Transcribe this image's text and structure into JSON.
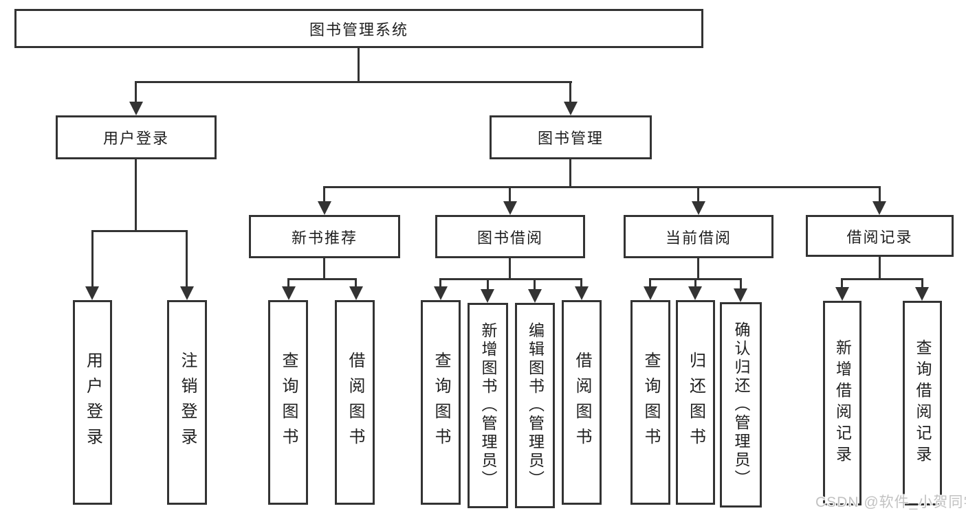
{
  "colors": {
    "line": "#333333",
    "text": "#1f1f1f",
    "box_bg": "#ffffff",
    "watermark": "#c2c2c2"
  },
  "watermark": "CSDN @软件_小贺同学",
  "tree": {
    "root": {
      "label": "图书管理系统",
      "children": [
        {
          "label": "用户登录",
          "children": [
            {
              "label": "用户登录"
            },
            {
              "label": "注销登录"
            }
          ]
        },
        {
          "label": "图书管理",
          "children": [
            {
              "label": "新书推荐",
              "children": [
                {
                  "label": "查询图书"
                },
                {
                  "label": "借阅图书"
                }
              ]
            },
            {
              "label": "图书借阅",
              "children": [
                {
                  "label": "查询图书"
                },
                {
                  "label": "新增图书（管理员）"
                },
                {
                  "label": "编辑图书（管理员）"
                },
                {
                  "label": "借阅图书"
                }
              ]
            },
            {
              "label": "当前借阅",
              "children": [
                {
                  "label": "查询图书"
                },
                {
                  "label": "归还图书"
                },
                {
                  "label": "确认归还（管理员）"
                }
              ]
            },
            {
              "label": "借阅记录",
              "children": [
                {
                  "label": "新增借阅记录"
                },
                {
                  "label": "查询借阅记录"
                }
              ]
            }
          ]
        }
      ]
    }
  }
}
